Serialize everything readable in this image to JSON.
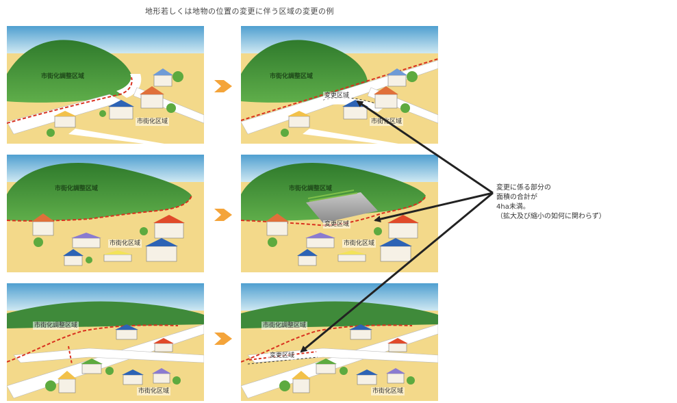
{
  "title": "地形若しくは地物の位置の変更に伴う区域の変更の例",
  "rows": [
    {
      "before": {
        "hill": "市街化調整区域",
        "town": "市街化区域"
      },
      "after": {
        "hill": "市街化調整区域",
        "town": "市街化区域",
        "change": "変更区域"
      }
    },
    {
      "before": {
        "hill": "市街化調整区域",
        "town": "市街化区域"
      },
      "after": {
        "hill": "市街化調整区域",
        "town": "市街化区域",
        "change": "変更区域"
      }
    },
    {
      "before": {
        "hill": "市街化調整区域",
        "town": "市街化区域"
      },
      "after": {
        "hill": "市街化調整区域",
        "town": "市街化区域",
        "change": "変更区域"
      }
    }
  ],
  "note": {
    "line1": "変更に係る部分の",
    "line2": "面積の合計が",
    "line3": "4ha未満。",
    "line4": "（拡大及び縮小の如何に関わらず）"
  },
  "colors": {
    "sky": "#5aa9d6",
    "hill": "#3f8a3a",
    "ground": "#f3d98a",
    "road": "#ffffff",
    "boundary": "#d9301e",
    "chevron": "#f4a43a",
    "arrow": "#222222"
  }
}
